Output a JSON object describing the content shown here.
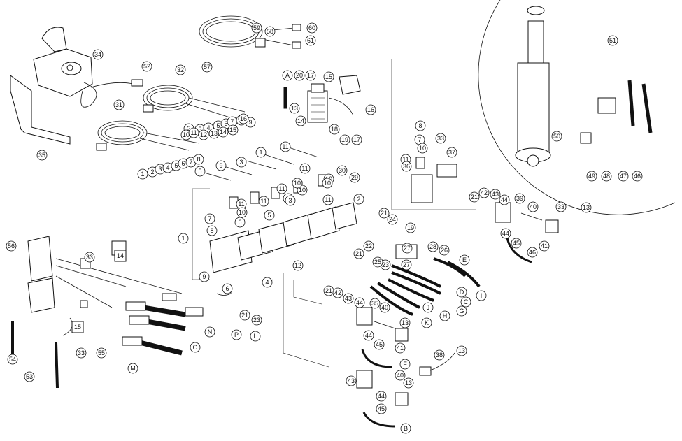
{
  "diagram": {
    "callouts": [
      "34",
      "52",
      "35",
      "32",
      "31",
      "57",
      "59",
      "58",
      "60",
      "61",
      "A",
      "20",
      "17",
      "15",
      "13",
      "14",
      "16",
      "18",
      "19",
      "17",
      "51",
      "50",
      "49",
      "48",
      "47",
      "46",
      "8",
      "33",
      "7",
      "10",
      "11",
      "36",
      "37",
      "11",
      "9",
      "3",
      "1",
      "5",
      "11",
      "10",
      "4",
      "10",
      "30",
      "29",
      "2",
      "11",
      "11",
      "10",
      "6",
      "5",
      "7",
      "8",
      "1",
      "9",
      "12",
      "3",
      "6",
      "4",
      "11",
      "10",
      "10",
      "11",
      "21",
      "24",
      "19",
      "21",
      "22",
      "23",
      "25",
      "27",
      "28",
      "26",
      "27",
      "E",
      "I",
      "D",
      "C",
      "G",
      "H",
      "J",
      "K",
      "21",
      "42",
      "43",
      "44",
      "39",
      "40",
      "33",
      "13",
      "44",
      "45",
      "46",
      "41",
      "56",
      "33",
      "14",
      "15",
      "33",
      "55",
      "54",
      "53",
      "N",
      "P",
      "O",
      "M",
      "L",
      "23",
      "21",
      "21",
      "42",
      "43",
      "44",
      "35",
      "40",
      "13",
      "44",
      "45",
      "41",
      "F",
      "38",
      "13",
      "40",
      "44",
      "45",
      "43",
      "13",
      "B",
      "2",
      "3",
      "4",
      "5",
      "6",
      "7",
      "8",
      "9",
      "10",
      "11",
      "12",
      "13",
      "14",
      "15",
      "16",
      "1",
      "2",
      "3",
      "4",
      "5",
      "6",
      "7",
      "8"
    ],
    "boxed_labels": [
      "14",
      "15"
    ]
  }
}
